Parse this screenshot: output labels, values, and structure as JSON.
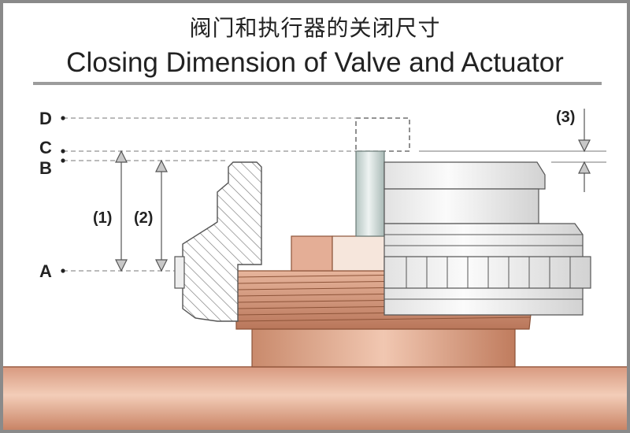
{
  "title": {
    "chinese": "阀门和执行器的关闭尺寸",
    "english": "Closing Dimension of Valve and Actuator"
  },
  "levels": {
    "D": "D",
    "C": "C",
    "B": "B",
    "A": "A"
  },
  "dimensions": {
    "d1": "(1)",
    "d2": "(2)",
    "d3": "(3)"
  },
  "colors": {
    "frame_border": "#8a8a8a",
    "copper": "#d29a7c",
    "copper_dark": "#a9684c",
    "actuator_fill": "#f1f1f1",
    "stem_fill": "#cfdcd9",
    "hatch": "#7a7a7a"
  }
}
